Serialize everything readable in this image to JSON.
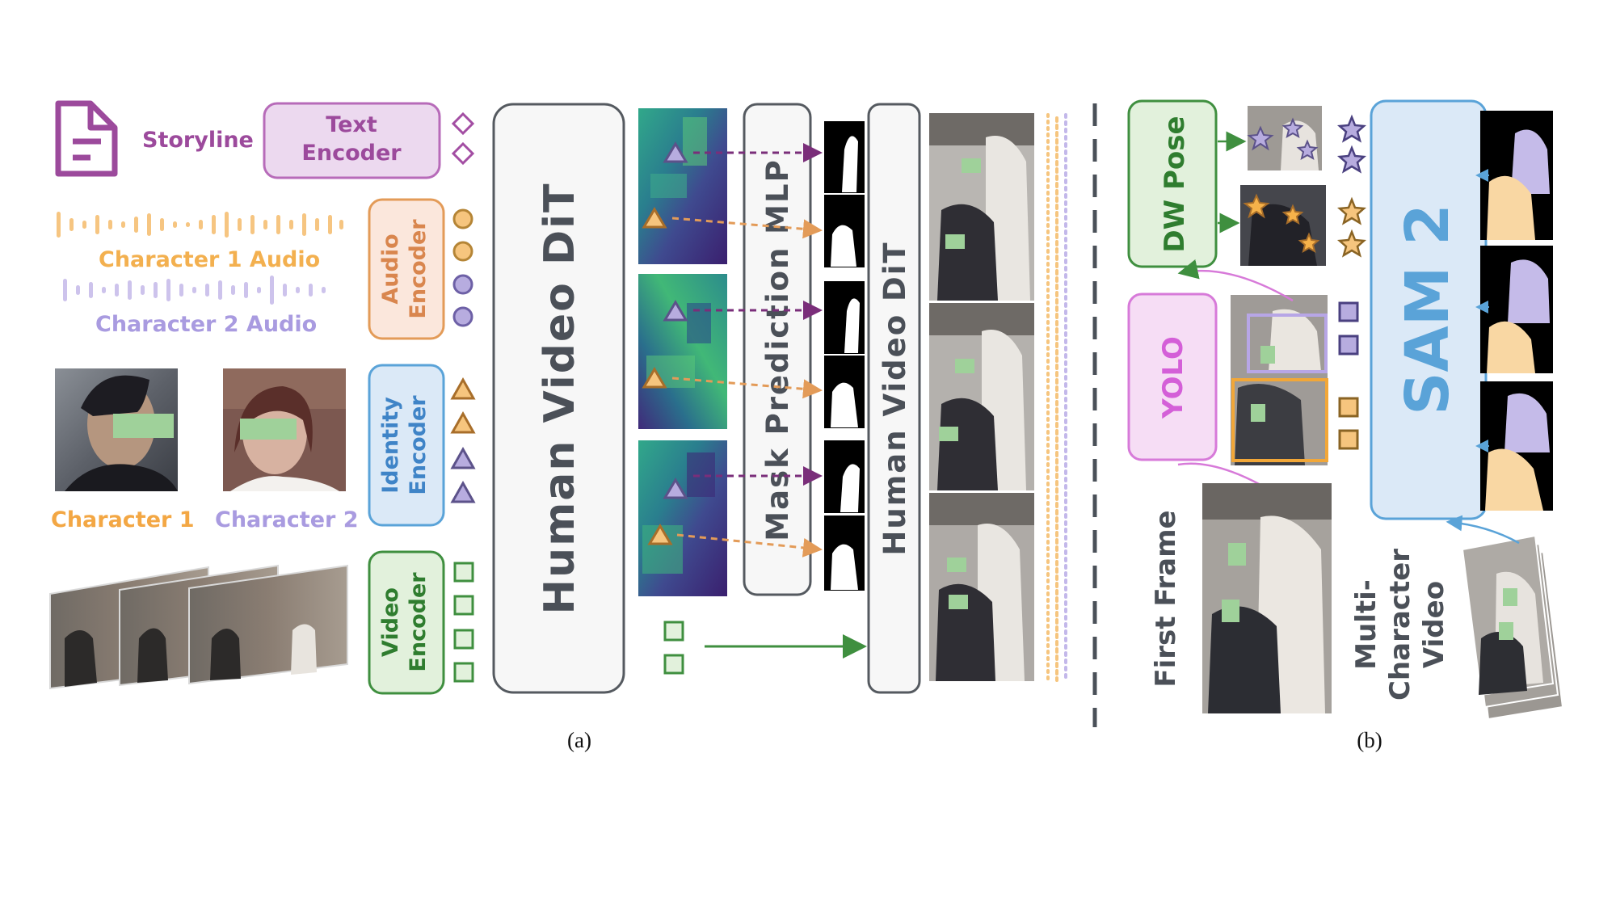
{
  "panel_a": {
    "storyline_label": "Storyline",
    "text_encoder": [
      "Text",
      "Encoder"
    ],
    "audio_1_label": "Character  1 Audio",
    "audio_2_label": "Character  2 Audio",
    "audio_encoder": [
      "Audio",
      "Encoder"
    ],
    "identity_encoder": [
      "Identity",
      "Encoder"
    ],
    "video_encoder": [
      "Video",
      "Encoder"
    ],
    "character_1_label": "Character  1",
    "character_2_label": "Character  2",
    "dit_main": "Human Video DiT",
    "mask_mlp": "Mask Prediction MLP",
    "dit_second": "Human Video DiT",
    "caption": "(a)"
  },
  "panel_b": {
    "dw_pose": "DW Pose",
    "yolo": "YOLO",
    "sam2": "SAM 2",
    "first_frame": "First  Frame",
    "multi_video": [
      "Multi-",
      "Character",
      "Video"
    ],
    "caption": "(b)"
  },
  "colors": {
    "purple_text": "#9c4a9c",
    "orange": "#f0b050",
    "orange_text": "#f3b04f",
    "lavender": "#b7acdf",
    "lavender_text": "#a99be0",
    "green": "#3f8f3f",
    "blue": "#5aa3d8",
    "pink": "#d77ad9",
    "gray_border": "#555a60",
    "char1_box": "#f2a738",
    "char2_box": "#b7a6e6"
  }
}
